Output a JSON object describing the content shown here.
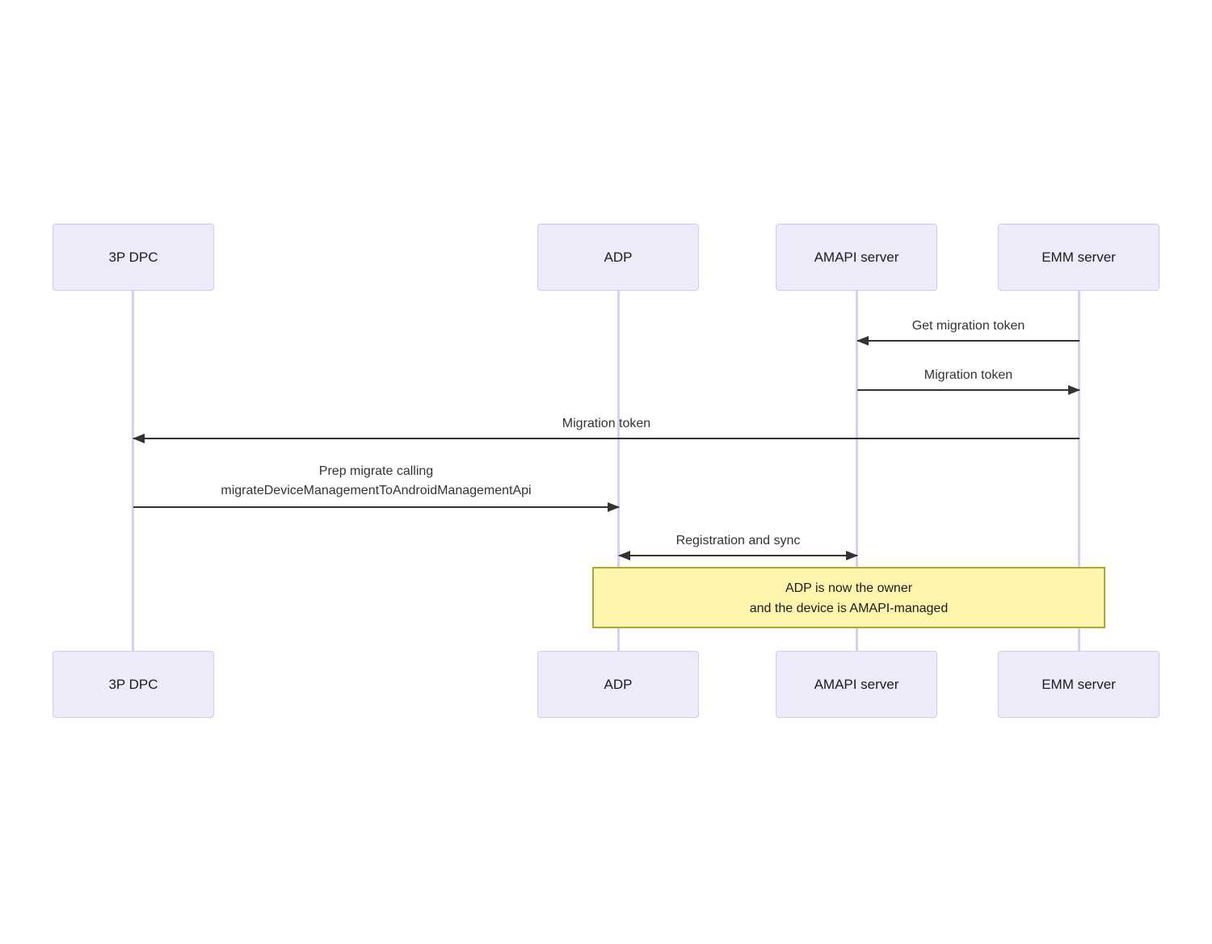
{
  "actors": [
    {
      "id": "3p-dpc",
      "label": "3P DPC"
    },
    {
      "id": "adp",
      "label": "ADP"
    },
    {
      "id": "amapi-server",
      "label": "AMAPI server"
    },
    {
      "id": "emm-server",
      "label": "EMM server"
    }
  ],
  "messages": [
    {
      "text": "Get migration token",
      "from": "EMM server",
      "to": "AMAPI server",
      "arrow": "left"
    },
    {
      "text": "Migration token",
      "from": "AMAPI server",
      "to": "EMM server",
      "arrow": "right"
    },
    {
      "text": "Migration token",
      "from": "EMM server",
      "to": "3P DPC",
      "arrow": "left"
    },
    {
      "lines": [
        "Prep migrate calling",
        "migrateDeviceManagementToAndroidManagementApi"
      ],
      "from": "3P DPC",
      "to": "ADP",
      "arrow": "right"
    },
    {
      "text": "Registration and sync",
      "from": "ADP",
      "to": "AMAPI server",
      "arrow": "both"
    }
  ],
  "note": {
    "lines": [
      "ADP is now the owner",
      "and the device is AMAPI-managed"
    ],
    "spans_from": "ADP",
    "spans_to": "EMM server",
    "fill": "#fff5ad",
    "border": "#aaaa33"
  },
  "colors": {
    "background": "#ffffff",
    "actor_fill": "#ebebfa",
    "actor_border": "#d2c9ee",
    "lifeline": "#d8cff3",
    "arrow": "#333333",
    "message_text": "#333333",
    "actor_text": "#1c1c1c"
  }
}
